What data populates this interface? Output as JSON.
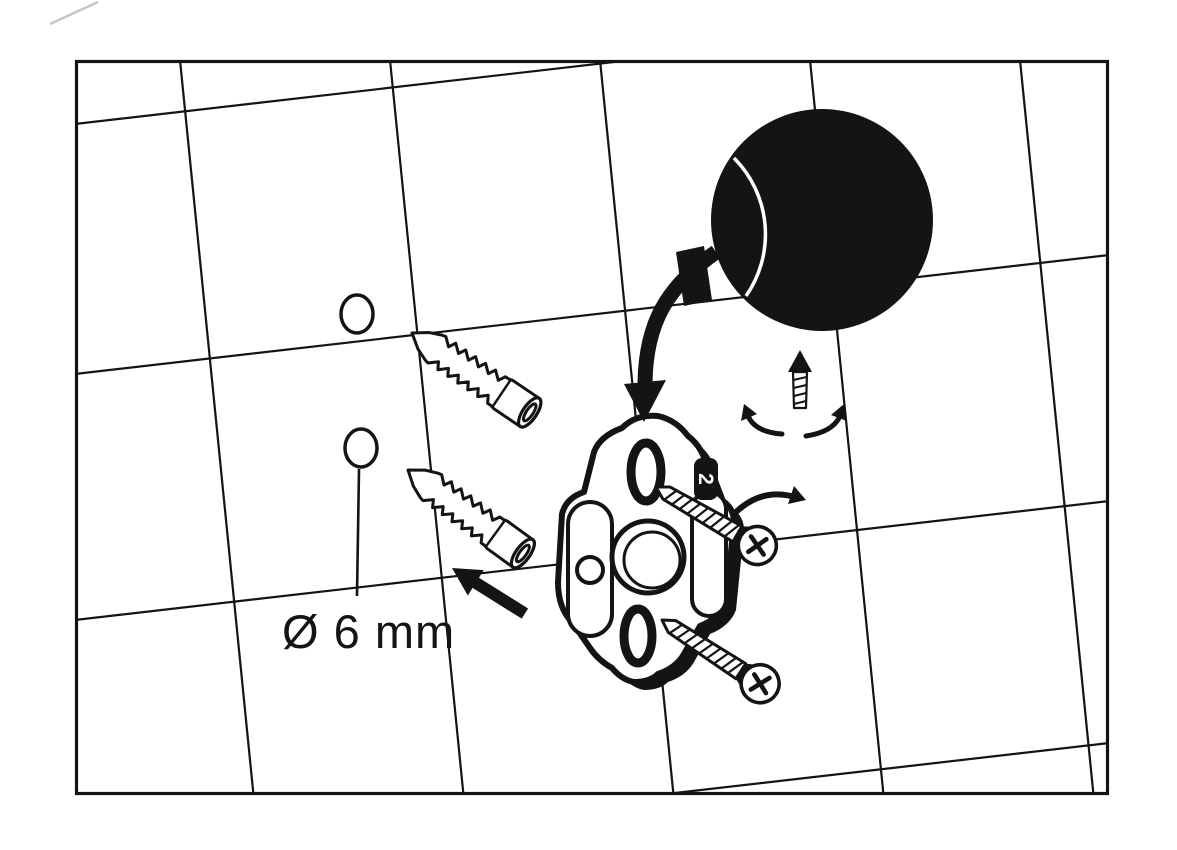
{
  "diagram": {
    "labels": {
      "drill_diameter": "Ø 6 mm",
      "plate_marking": "2"
    },
    "colors": {
      "ink": "#141414",
      "background": "#ffffff",
      "highlight": "#ffffff"
    },
    "parts": [
      "tiled-wall",
      "drill-hole-top",
      "drill-hole-bottom",
      "wall-plug-top",
      "wall-plug-bottom",
      "insert-direction-arrow",
      "mounting-plate",
      "mounting-screw-top",
      "mounting-screw-bottom",
      "tighten-rotation-arrow",
      "attach-direction-arrow",
      "round-cover-plate",
      "rotate-to-lock-indicator"
    ]
  }
}
